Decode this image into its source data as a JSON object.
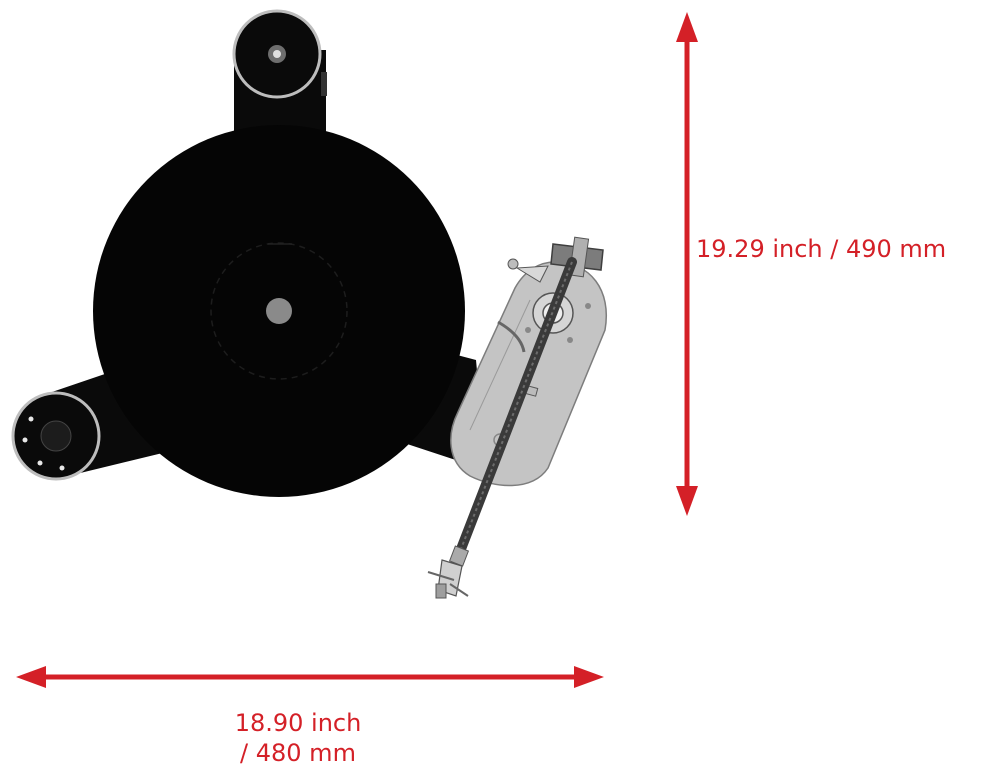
{
  "dimensions": {
    "height_label": "19.29 inch / 490 mm",
    "width_label_line1": "18.90 inch",
    "width_label_line2": "/  480 mm"
  },
  "colors": {
    "dimension": "#d42027",
    "body": "#0a0a0a",
    "platter": "#050505",
    "aluminium": "#cfcfcf",
    "arm_plate": "#c4c4c4",
    "spindle": "#8a8a8a"
  },
  "icons": {
    "vertical_arrow": "double-headed-arrow-vertical",
    "horizontal_arrow": "double-headed-arrow-horizontal"
  }
}
